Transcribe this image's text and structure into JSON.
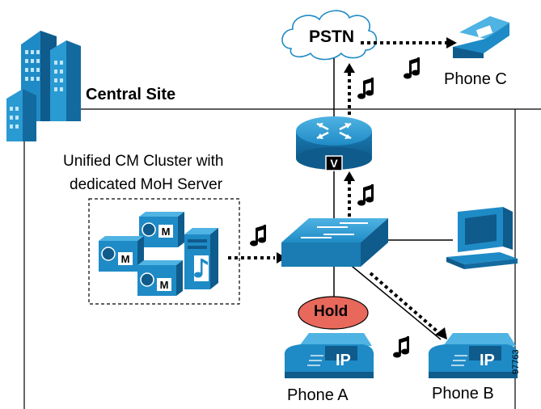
{
  "labels": {
    "pstn": "PSTN",
    "central_site": "Central Site",
    "cluster_line1": "Unified CM Cluster with",
    "cluster_line2": "dedicated MoH Server",
    "hold": "Hold",
    "phone_a": "Phone A",
    "phone_b": "Phone B",
    "phone_c": "Phone C",
    "figure_id": "97763"
  },
  "icons": {
    "router": "router-icon",
    "switch": "switch-icon",
    "pc": "workstation-icon",
    "building": "building-icon",
    "cloud": "cloud-icon",
    "music_note": "music-note-icon",
    "ip_phone": "ip-phone-icon"
  },
  "device_badges": {
    "router_badge": "V",
    "server_badge": "M",
    "ip_badge": "IP"
  },
  "colors": {
    "device_blue": "#1f8bc6",
    "device_dark": "#0f5b8c",
    "hold_fill": "#e8695c",
    "line": "#000000"
  }
}
